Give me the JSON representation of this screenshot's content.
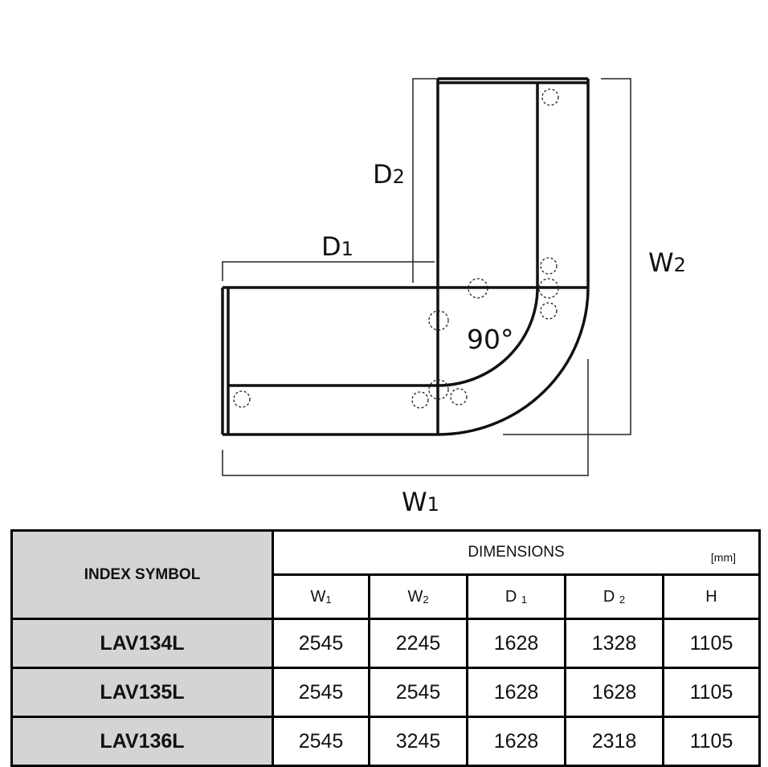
{
  "diagram": {
    "labels": {
      "d2": {
        "main": "D",
        "sub": "2"
      },
      "d1": {
        "main": "D",
        "sub": "1"
      },
      "w2": {
        "main": "W",
        "sub": "2"
      },
      "w1": {
        "main": "W",
        "sub": "1"
      },
      "angle": "90°"
    }
  },
  "table": {
    "index_header": "INDEX SYMBOL",
    "dimensions_header": "DIMENSIONS",
    "unit": "[mm]",
    "columns": [
      {
        "main": "W",
        "sub": "1"
      },
      {
        "main": "W",
        "sub": "2"
      },
      {
        "main": "D",
        "sub": "1"
      },
      {
        "main": "D",
        "sub": "2"
      },
      {
        "main": "H",
        "sub": ""
      }
    ],
    "rows": [
      {
        "symbol": "LAV134L",
        "values": [
          "2545",
          "2245",
          "1628",
          "1328",
          "1105"
        ]
      },
      {
        "symbol": "LAV135L",
        "values": [
          "2545",
          "2545",
          "1628",
          "1628",
          "1105"
        ]
      },
      {
        "symbol": "LAV136L",
        "values": [
          "2545",
          "3245",
          "1628",
          "2318",
          "1105"
        ]
      }
    ]
  }
}
